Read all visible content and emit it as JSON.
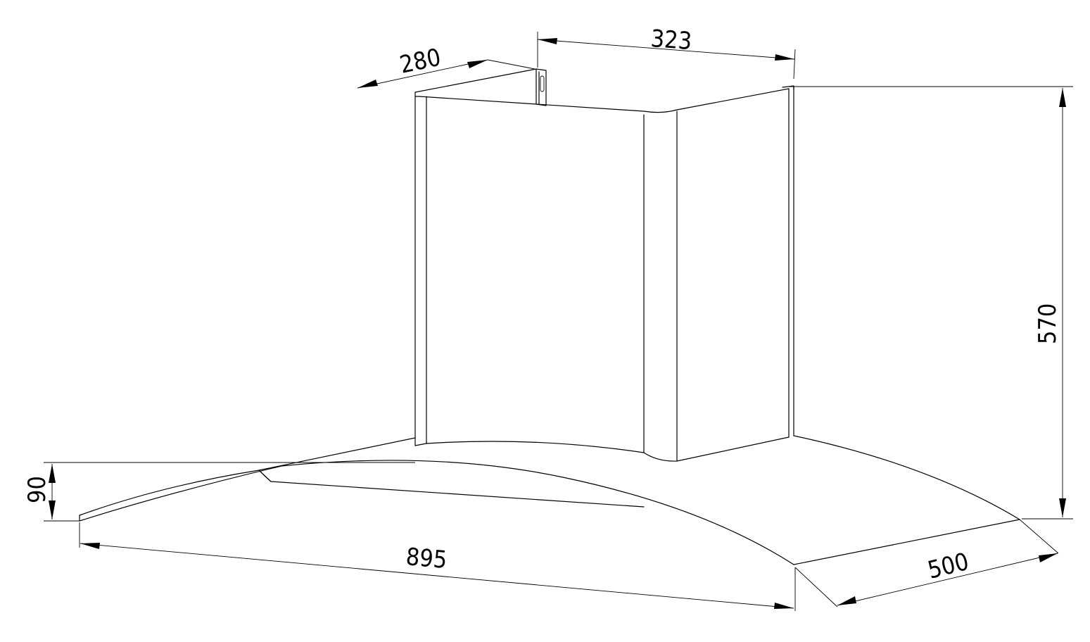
{
  "drawing": {
    "subject": "range-hood",
    "stroke_color": "#000000",
    "background_color": "#ffffff"
  },
  "dimensions": {
    "chimney_depth": "280",
    "chimney_width": "323",
    "total_height": "570",
    "canopy_thickness": "90",
    "canopy_width": "895",
    "canopy_depth": "500"
  }
}
